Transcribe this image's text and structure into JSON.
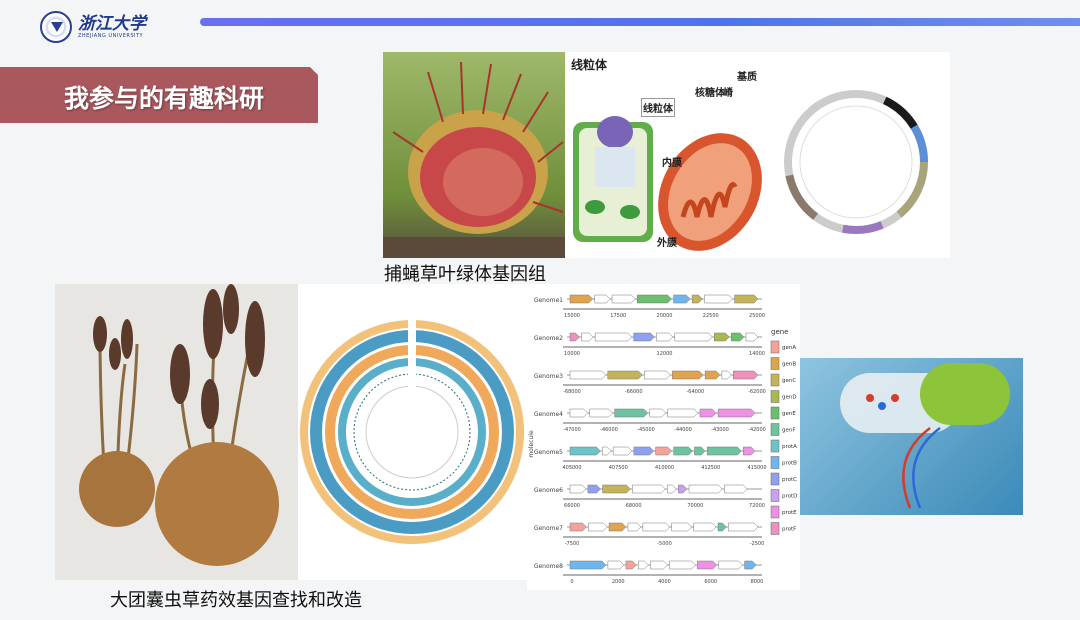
{
  "header": {
    "logo_cn": "浙江大学",
    "logo_en": "ZHEJIANG UNIVERSITY",
    "title": "我参与的有趣科研"
  },
  "section1": {
    "caption": "捕蝇草叶绿体基因组",
    "mito_labels": {
      "title": "线粒体",
      "cell_label": "线粒体",
      "ribosome": "核糖体",
      "cristae": "嵴",
      "matrix": "基质",
      "inner": "内膜",
      "outer": "外膜"
    }
  },
  "section2": {
    "caption": "大团囊虫草药效基因查找和改造"
  },
  "gene_chart": {
    "ylabel": "molecule",
    "legend_title": "gene",
    "legend": [
      {
        "name": "genA",
        "color": "#f4a39a"
      },
      {
        "name": "genB",
        "color": "#e0a34e"
      },
      {
        "name": "genC",
        "color": "#c4b35a"
      },
      {
        "name": "genD",
        "color": "#a9b84f"
      },
      {
        "name": "genE",
        "color": "#6cbf6c"
      },
      {
        "name": "genF",
        "color": "#6ec2a0"
      },
      {
        "name": "protA",
        "color": "#6cc4c8"
      },
      {
        "name": "protB",
        "color": "#6fb6ee"
      },
      {
        "name": "protC",
        "color": "#8fa0f0"
      },
      {
        "name": "protD",
        "color": "#c8a0f0"
      },
      {
        "name": "protE",
        "color": "#ee90e6"
      },
      {
        "name": "protF",
        "color": "#ef8fbb"
      }
    ],
    "genomes": [
      {
        "name": "Genome1",
        "ticks": [
          "15000",
          "17500",
          "20000",
          "22500",
          "25000"
        ]
      },
      {
        "name": "Genome2",
        "ticks": [
          "10000",
          "12000",
          "14000"
        ]
      },
      {
        "name": "Genome3",
        "ticks": [
          "-68000",
          "-66000",
          "-64000",
          "-62000"
        ]
      },
      {
        "name": "Genome4",
        "ticks": [
          "-47000",
          "-46000",
          "-45000",
          "-44000",
          "-43000",
          "-42000"
        ]
      },
      {
        "name": "Genome5",
        "ticks": [
          "405000",
          "407500",
          "410000",
          "412500",
          "415000"
        ]
      },
      {
        "name": "Genome6",
        "ticks": [
          "66000",
          "68000",
          "70000",
          "72000"
        ]
      },
      {
        "name": "Genome7",
        "ticks": [
          "-7500",
          "-5000",
          "-2500"
        ]
      },
      {
        "name": "Genome8",
        "ticks": [
          "0",
          "2000",
          "4000",
          "6000",
          "8000"
        ]
      }
    ]
  }
}
